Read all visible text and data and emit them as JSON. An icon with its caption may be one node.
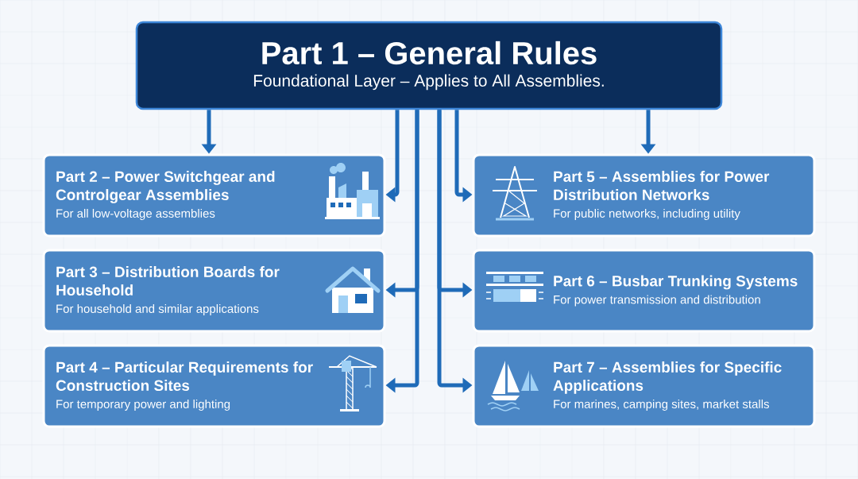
{
  "diagram": {
    "nodes": [
      {
        "text": [
          "Part 1 – General Rules",
          "Foundational Layer – Applies to All Assemblies."
        ]
      },
      {
        "text": [
          "Part 2 – Power Switchgear and Controlgear Assemblies",
          "For all low-voltage assemblies"
        ]
      },
      {
        "text": [
          "Part 3 – Distribution Boards for Household",
          "For household and similar applications"
        ]
      },
      {
        "text": [
          "Part 4 – Particular Requirements for Construction Sites",
          "For temporary power and lighting"
        ]
      },
      {
        "text": [
          "Part 5 – Assemblies for Power Distribution Networks",
          "For public networks, including utility"
        ]
      },
      {
        "text": [
          "Part 6 – Busbar Trunking Systems",
          "For power transmission and distribution"
        ]
      },
      {
        "text": [
          "Part 7 – Assemblies for Specific Applications",
          "For marines, camping sites, market stalls"
        ]
      }
    ],
    "edges": [
      {
        "from": 0,
        "to": 1,
        "arrow": "to"
      },
      {
        "from": 0,
        "to": 1,
        "arrow": "to"
      },
      {
        "from": 0,
        "to": 2,
        "arrow": "to"
      },
      {
        "from": 0,
        "to": 3,
        "arrow": "to"
      },
      {
        "from": 0,
        "to": 4,
        "arrow": "to"
      },
      {
        "from": 0,
        "to": 4,
        "arrow": "to"
      },
      {
        "from": 0,
        "to": 5,
        "arrow": "to"
      },
      {
        "from": 0,
        "to": 6,
        "arrow": "to"
      }
    ]
  }
}
